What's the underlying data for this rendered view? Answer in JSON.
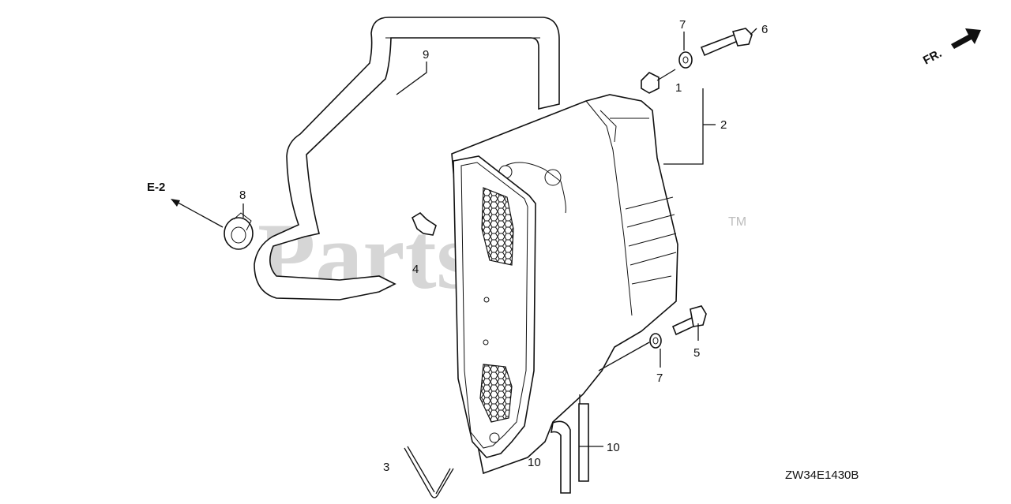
{
  "diagram": {
    "callouts": {
      "c1": "1",
      "c2": "2",
      "c3": "3",
      "c4": "4",
      "c5": "5",
      "c6": "6",
      "c7a": "7",
      "c7b": "7",
      "c8": "8",
      "c9": "9",
      "c10a": "10",
      "c10b": "10"
    },
    "ref_label": "E-2",
    "direction_label": "FR.",
    "drawing_code": "ZW34E1430B"
  },
  "watermark": {
    "text": "PartsTree",
    "trademark": "TM"
  },
  "colors": {
    "line": "#111111",
    "watermark": "#c8c8c8",
    "background": "#ffffff"
  }
}
